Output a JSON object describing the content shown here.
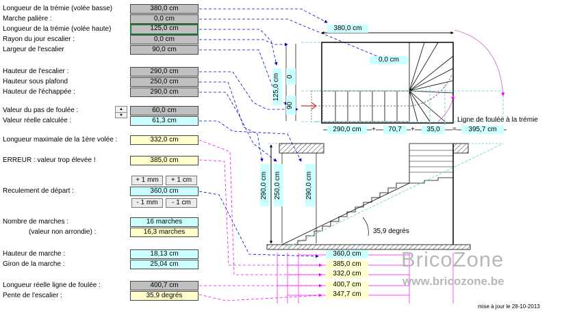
{
  "rows": [
    {
      "label": "Longueur de la trémie (volée basse)",
      "value": "380,0 cm"
    },
    {
      "label": "Marche palière :",
      "value": "0,0 cm"
    },
    {
      "label": "Longueur de la trémie (volée haute)",
      "value": "125,0 cm"
    },
    {
      "label": "Rayon du jour escalier :",
      "value": "0,0 cm"
    },
    {
      "label": "Largeur de l'escalier",
      "value": "90,0 cm"
    },
    {
      "label": "Hauteur de l'escalier :",
      "value": "290,0 cm"
    },
    {
      "label": "Hauteur sous plafond",
      "value": "250,0 cm"
    },
    {
      "label": "Hauteur de l'échappée :",
      "value": "290,0 cm"
    },
    {
      "label": "Valeur du pas de foulée :",
      "value": "60,0 cm"
    },
    {
      "label": "Valeur réelle calculée :",
      "value": "61,3 cm"
    },
    {
      "label": "Longueur maximale de la 1ère volée :",
      "value": "332,0 cm"
    },
    {
      "label": "ERREUR : valeur trop élevée !",
      "value": "385,0 cm"
    },
    {
      "label": "Reculement de départ :",
      "value": "360,0 cm"
    },
    {
      "label": "Nombre de marches :",
      "value": "16 marches"
    },
    {
      "label": "(valeur non arrondie) :",
      "value": "16,3 marches"
    },
    {
      "label": "Hauteur de marche :",
      "value": "18,13 cm"
    },
    {
      "label": "Giron de la marche :",
      "value": "25,04 cm"
    },
    {
      "label": "Longueur réelle ligne de foulée :",
      "value": "400,7 cm"
    },
    {
      "label": "Pente de l'escalier :",
      "value": "35,9 degrés"
    }
  ],
  "buttons": {
    "plus1mm": "+ 1 mm",
    "plus1cm": "+ 1 cm",
    "minus1mm": "- 1 mm",
    "minus1cm": "- 1 cm"
  },
  "spinner": {
    "up": "▲",
    "down": "▼"
  },
  "plan": {
    "width_top": "380,0 cm",
    "marche": "0,0 cm",
    "v125": "125,0 cm",
    "v0": "0",
    "v90": "90",
    "foulee_label": "Ligne de foulée à la trémie",
    "seg1": "290,0 cm",
    "op1": "+",
    "seg2": "70,7",
    "op2": "+",
    "seg3": "35,0",
    "op3": "=",
    "total": "395,7 cm"
  },
  "elevation": {
    "h1": "290,0 cm",
    "h2": "250,0 cm",
    "h3": "290,0 cm",
    "angle": "35,9 degrés"
  },
  "bottom": [
    "360,0 cm",
    "385,0 cm",
    "332,0 cm",
    "400,7 cm",
    "347,7 cm"
  ],
  "brand": {
    "name": "BricoZone",
    "url": "www.bricozone.be",
    "date": "mise à jour le 28-10-2013"
  },
  "colors": {
    "cyan": "#ccffff",
    "yellow": "#ffffcc",
    "gray": "#c0c0c0",
    "leader_blue": "#0000cc",
    "leader_magenta": "#ff00ff"
  }
}
